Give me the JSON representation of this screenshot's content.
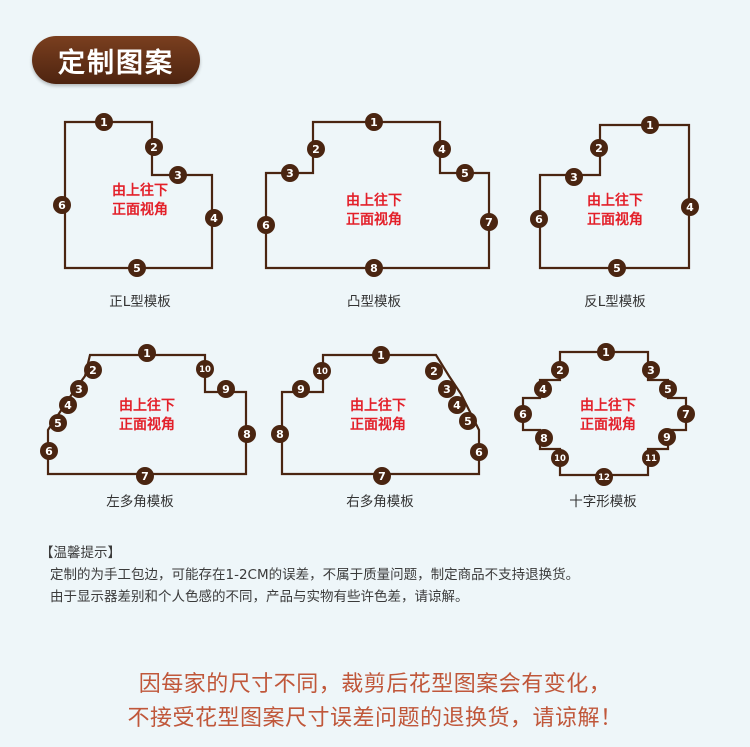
{
  "title": "定制图案",
  "shape_center_text": [
    "由上往下",
    "正面视角"
  ],
  "templates": [
    {
      "caption": "正L型模板",
      "labels": [
        "1",
        "2",
        "3",
        "4",
        "5",
        "6"
      ]
    },
    {
      "caption": "凸型模板",
      "labels": [
        "1",
        "2",
        "3",
        "4",
        "5",
        "6",
        "7",
        "8"
      ]
    },
    {
      "caption": "反L型模板",
      "labels": [
        "1",
        "2",
        "3",
        "4",
        "5",
        "6"
      ]
    },
    {
      "caption": "左多角模板",
      "labels": [
        "1",
        "2",
        "3",
        "4",
        "5",
        "6",
        "7",
        "8",
        "9",
        "10"
      ]
    },
    {
      "caption": "右多角模板",
      "labels": [
        "1",
        "2",
        "3",
        "4",
        "5",
        "6",
        "7",
        "8",
        "9",
        "10"
      ]
    },
    {
      "caption": "十字形模板",
      "labels": [
        "1",
        "2",
        "3",
        "4",
        "5",
        "6",
        "7",
        "8",
        "9",
        "10",
        "11",
        "12"
      ]
    }
  ],
  "notes": {
    "heading": "【温馨提示】",
    "line1": "定制的为手工包边，可能存在1-2CM的误差，不属于质量问题，制定商品不支持退换货。",
    "line2": "由于显示器差别和个人色感的不同，产品与实物有些许色差，请谅解。"
  },
  "bottom_note": {
    "line1": "因每家的尺寸不同，裁剪后花型图案会有变化，",
    "line2": "不接受花型图案尺寸误差问题的退换货，请谅解！"
  },
  "colors": {
    "outline": "#4a2511",
    "center_text": "#e3202a",
    "title_bg": "#6b3418",
    "bottom_text": "#c0573a",
    "background": "#eef6f9"
  }
}
